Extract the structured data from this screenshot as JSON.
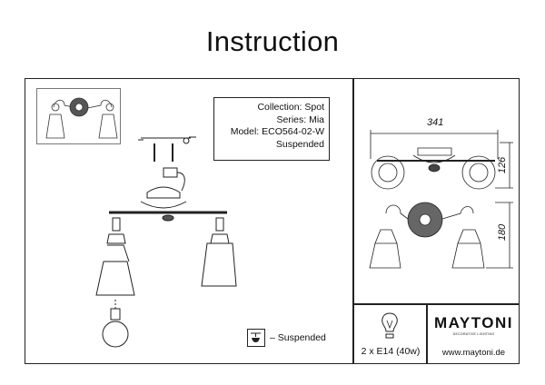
{
  "header": {
    "title": "Instruction"
  },
  "info": {
    "collection": "Collection: Spot",
    "series": "Series: Mia",
    "model": "Model: ECO564-02-W",
    "type": "Suspended"
  },
  "dimensions": {
    "width": "341",
    "height_top": "126",
    "height_front": "180"
  },
  "legend": {
    "label": "– Suspended"
  },
  "bulb": {
    "label": "2 x E14 (40w)",
    "icon": "bulb-icon"
  },
  "brand": {
    "name": "MAYTONI",
    "tagline": "DECORATIVE LIGHTING",
    "url": "www.maytoni.de"
  }
}
